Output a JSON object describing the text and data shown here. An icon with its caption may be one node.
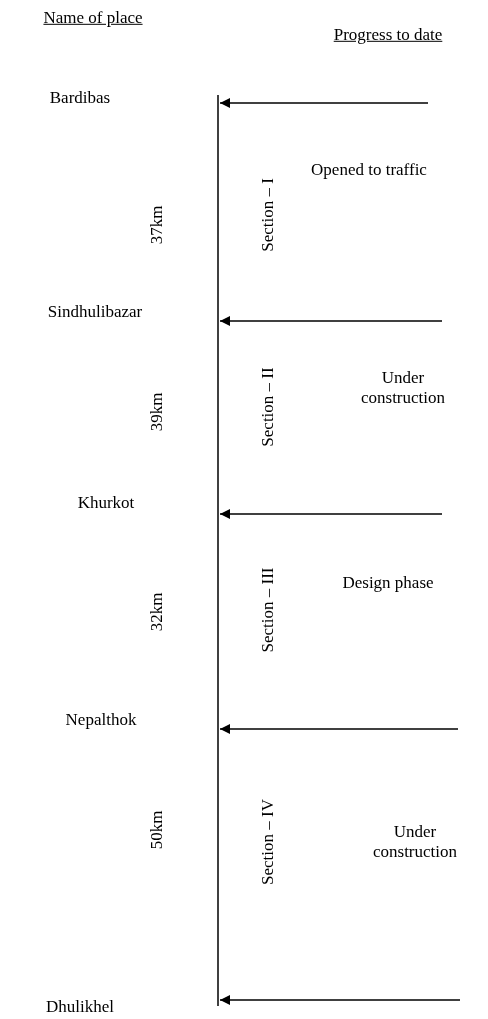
{
  "diagram": {
    "labels": [
      "Name of place",
      "Progress to date",
      "Bardibas",
      "37km",
      "Section – I",
      "Opened to traffic",
      "Sindhulibazar",
      "39km",
      "Section – II",
      "Under construction",
      "Khurkot",
      "32km",
      "Section – III",
      "Design phase",
      "Nepalthok",
      "50km",
      "Section – IV",
      "Under construction",
      "Dhulikhel"
    ]
  }
}
